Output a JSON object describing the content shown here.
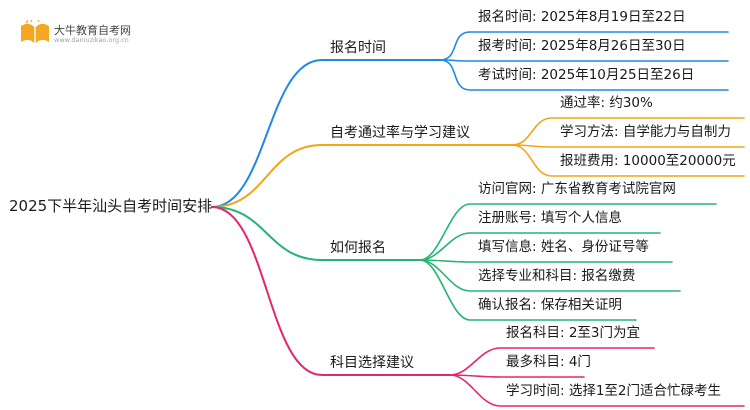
{
  "logo": {
    "name": "大牛教育自考网",
    "url": "www.daniuzikao.org.cn"
  },
  "root": {
    "label": "2025下半年汕头自考时间安排"
  },
  "branches": [
    {
      "label": "报名时间",
      "color": "#1e88e5",
      "leaves": [
        "报名时间: 2025年8月19日至22日",
        "报考时间: 2025年8月26日至30日",
        "考试时间: 2025年10月25日至26日"
      ]
    },
    {
      "label": "自考通过率与学习建议",
      "color": "#f2a516",
      "leaves": [
        "通过率: 约30%",
        "学习方法: 自学能力与自制力",
        "报班费用: 10000至20000元"
      ]
    },
    {
      "label": "如何报名",
      "color": "#22b573",
      "leaves": [
        "访问官网: 广东省教育考试院官网",
        "注册账号: 填写个人信息",
        "填写信息: 姓名、身份证号等",
        "选择专业和科目: 报名缴费",
        "确认报名: 保存相关证明"
      ]
    },
    {
      "label": "科目选择建议",
      "color": "#e8246e",
      "leaves": [
        "报名科目: 2至3门为宜",
        "最多科目: 4门",
        "学习时间: 选择1至2门适合忙碌考生"
      ]
    }
  ]
}
